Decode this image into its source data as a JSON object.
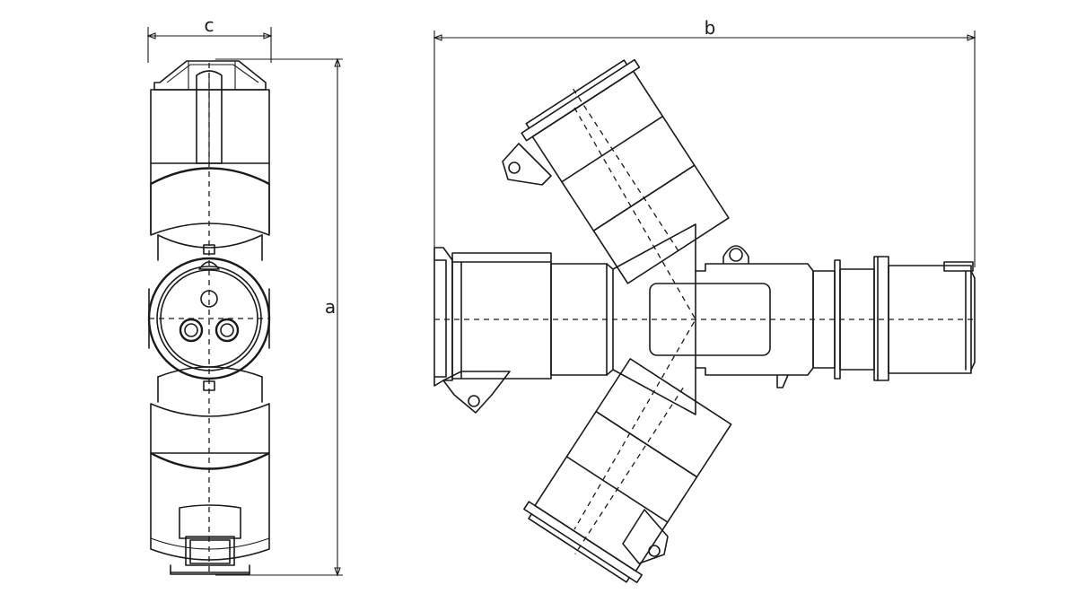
{
  "dimensions": {
    "height_label": "a",
    "width_label": "b",
    "depth_label": "c"
  },
  "colors": {
    "line": "#1a1a1a",
    "background": "#ffffff"
  }
}
